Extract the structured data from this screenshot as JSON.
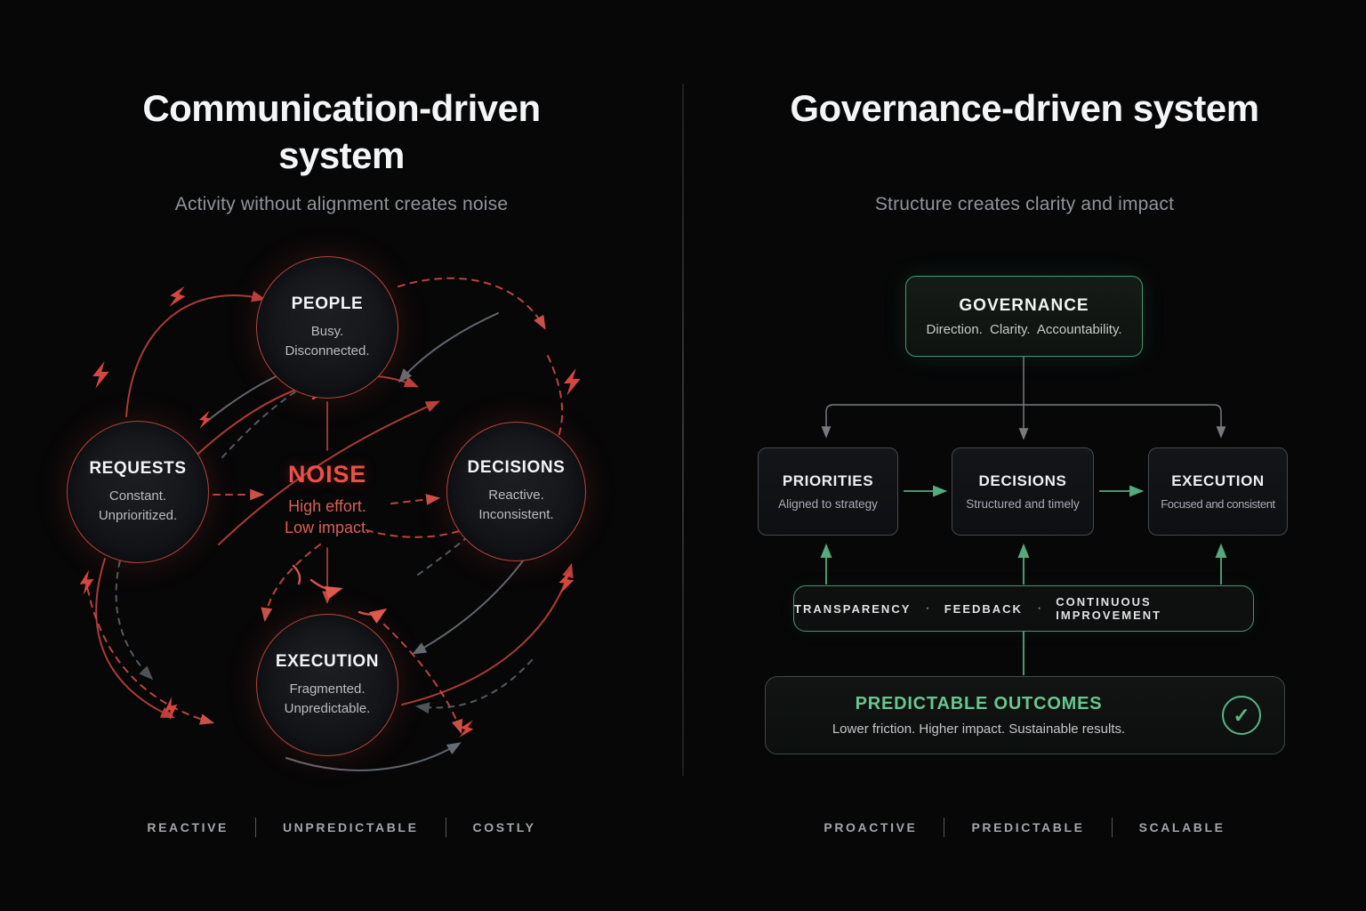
{
  "colors": {
    "background": "#070708",
    "accent_red": "#d84a42",
    "noise_red": "#e8514a",
    "accent_green": "#57b586",
    "box_border_gray": "#45494e"
  },
  "left": {
    "title": "Communication-driven system",
    "subtitle": "Activity without alignment creates noise",
    "nodes": {
      "people": {
        "title": "PEOPLE",
        "line1": "Busy.",
        "line2": "Disconnected."
      },
      "requests": {
        "title": "REQUESTS",
        "line1": "Constant.",
        "line2": "Unprioritized."
      },
      "decisions": {
        "title": "DECISIONS",
        "line1": "Reactive.",
        "line2": "Inconsistent."
      },
      "execution": {
        "title": "EXECUTION",
        "line1": "Fragmented.",
        "line2": "Unpredictable."
      }
    },
    "center": {
      "title": "NOISE",
      "line1": "High effort.",
      "line2": "Low impact."
    },
    "footer": [
      "REACTIVE",
      "UNPREDICTABLE",
      "COSTLY"
    ]
  },
  "right": {
    "title": "Governance-driven system",
    "subtitle": "Structure creates clarity and impact",
    "governance": {
      "title": "GOVERNANCE",
      "subtitle": "Direction. Clarity. Accountability."
    },
    "flow": {
      "priorities": {
        "title": "PRIORITIES",
        "subtitle": "Aligned to strategy"
      },
      "decisions": {
        "title": "DECISIONS",
        "subtitle": "Structured and timely"
      },
      "execution": {
        "title": "EXECUTION",
        "subtitle": "Focused and consistent"
      }
    },
    "loop_bar": {
      "items": [
        "TRANSPARENCY",
        "FEEDBACK",
        "CONTINUOUS IMPROVEMENT"
      ],
      "separator": "·"
    },
    "outcomes": {
      "title": "PREDICTABLE OUTCOMES",
      "subtitle": "Lower friction. Higher impact. Sustainable results.",
      "check_icon": "✓"
    },
    "footer": [
      "PROACTIVE",
      "PREDICTABLE",
      "SCALABLE"
    ]
  }
}
